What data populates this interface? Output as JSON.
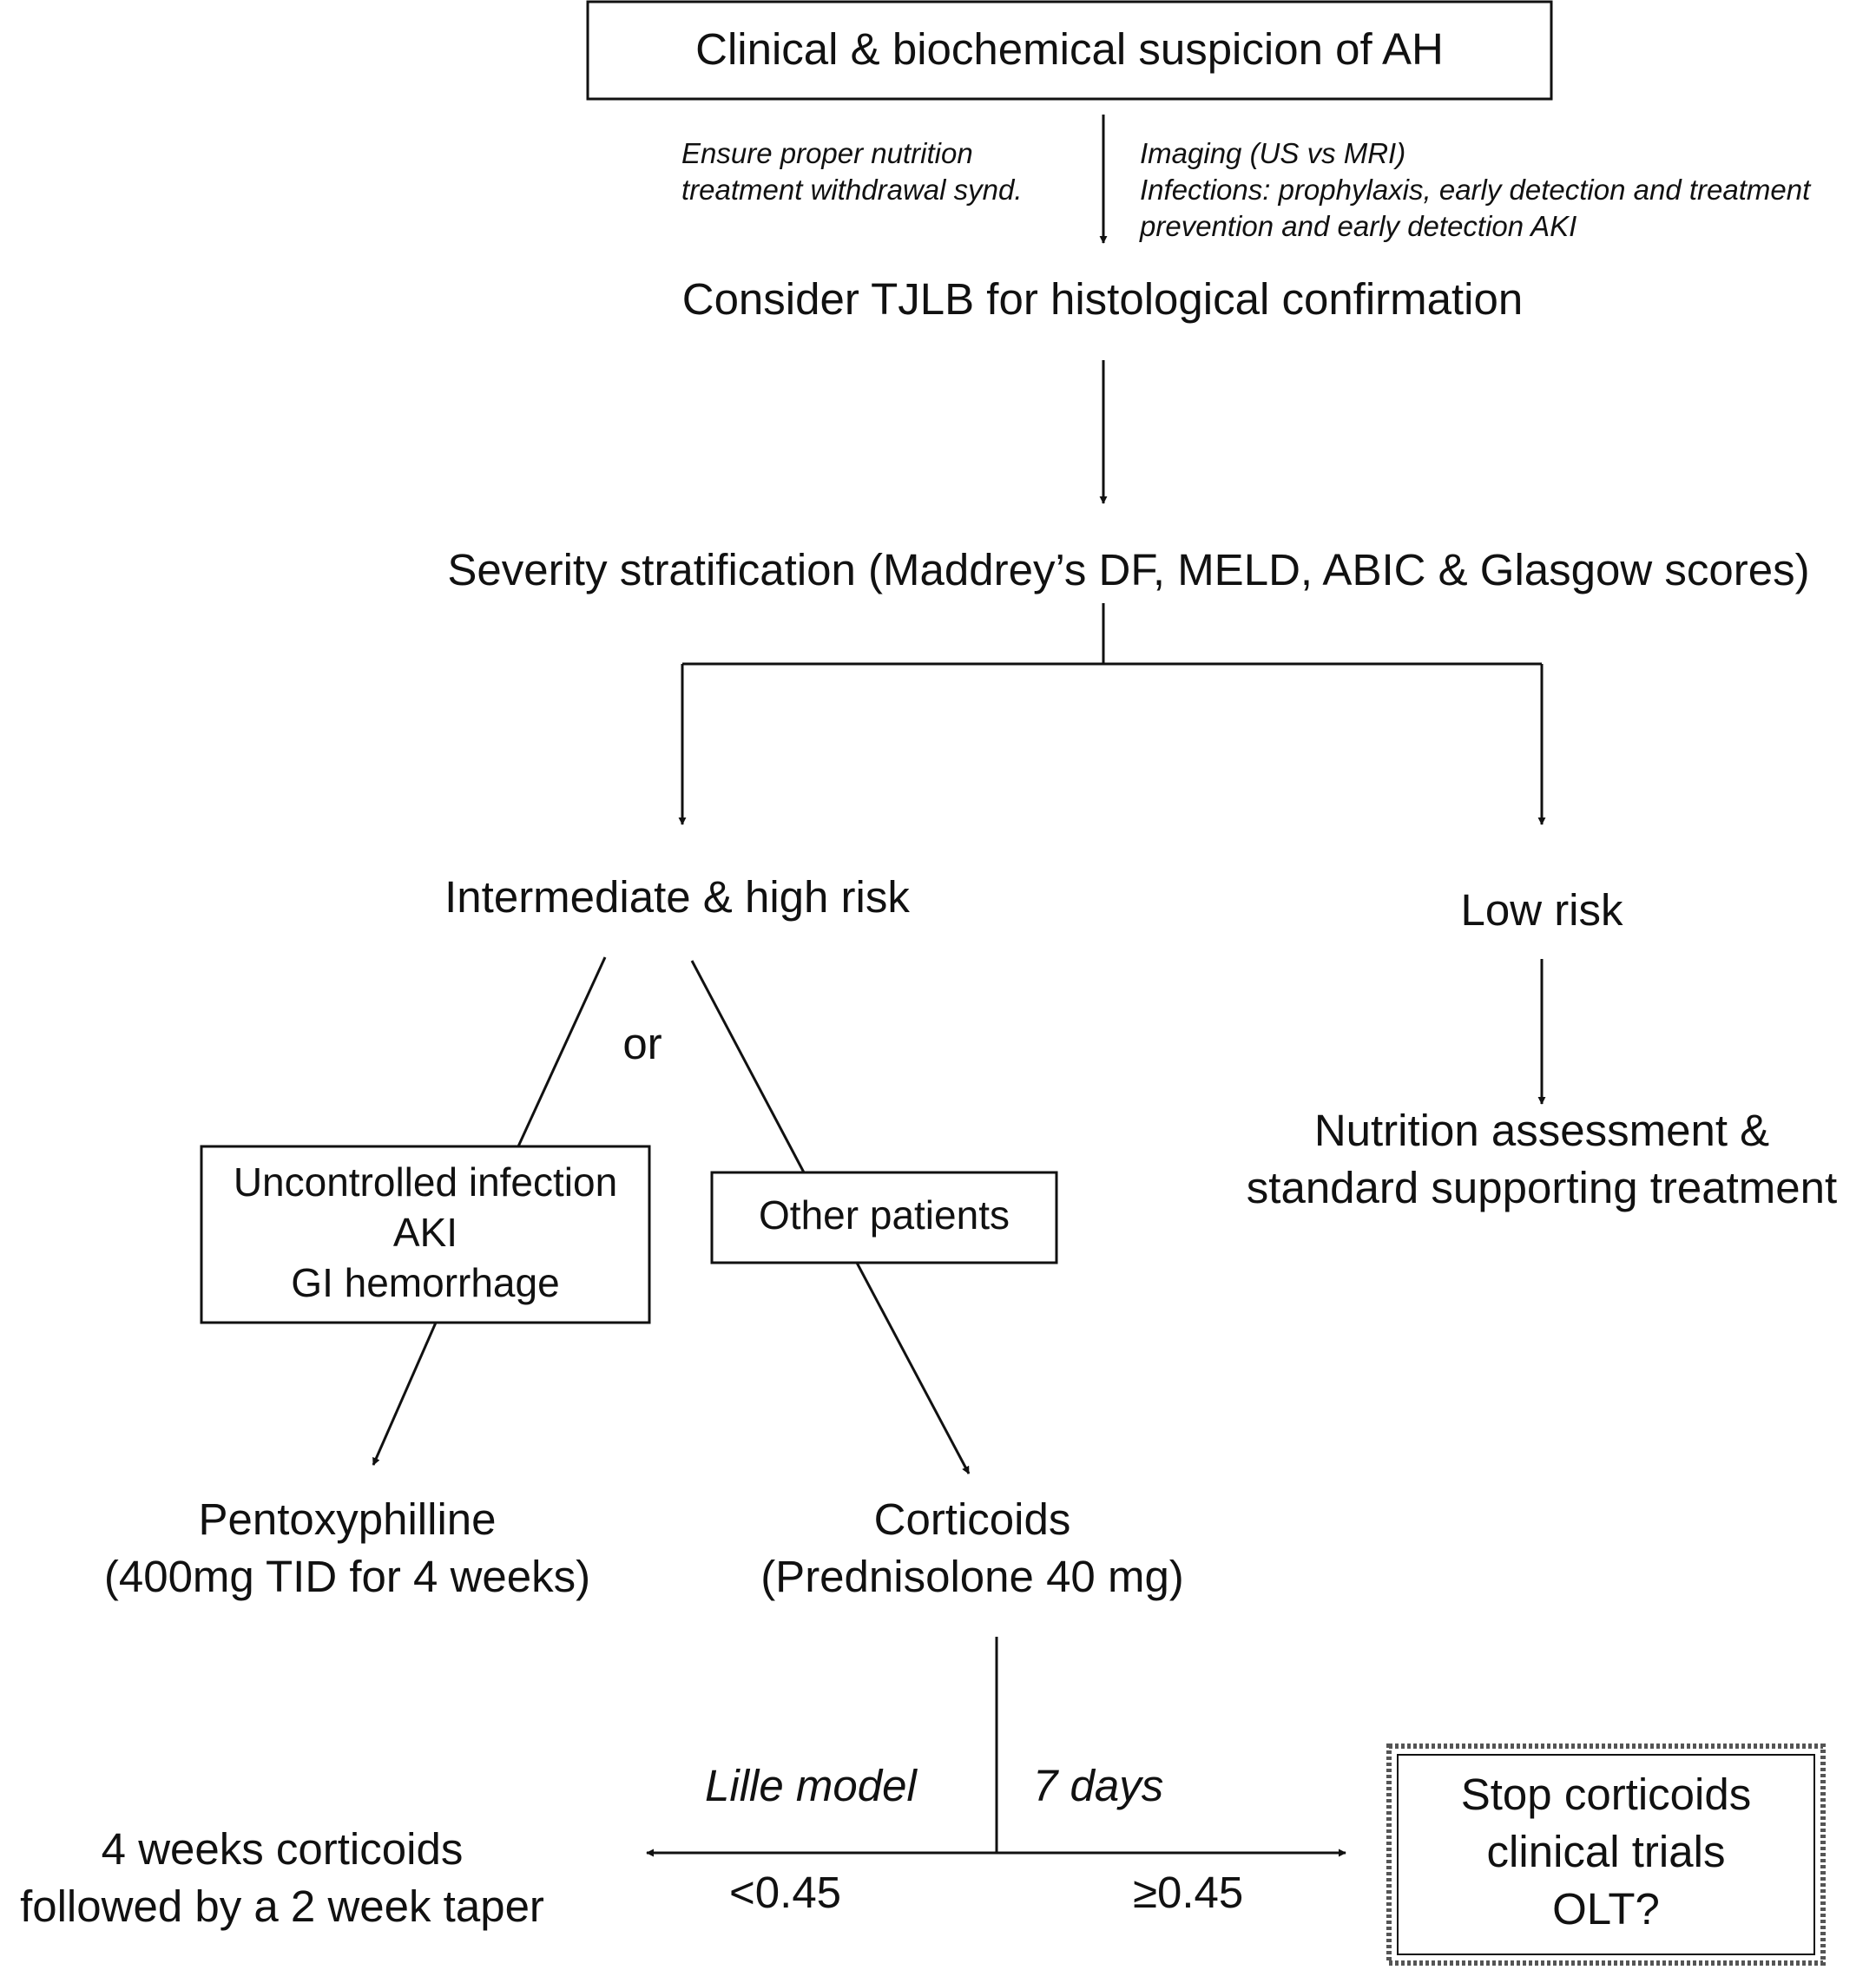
{
  "nodes": {
    "suspicion": "Clinical & biochemical suspicion of AH",
    "note_left": [
      "Ensure proper nutrition",
      "treatment withdrawal synd."
    ],
    "note_right": [
      "Imaging (US vs MRI)",
      "Infections: prophylaxis, early detection and treatment",
      "prevention and early detection AKI"
    ],
    "tjlb": "Consider TJLB for histological confirmation",
    "severity": "Severity stratification (Maddrey’s DF, MELD, ABIC & Glasgow scores)",
    "intermediate_high": "Intermediate & high risk",
    "low_risk": "Low risk",
    "or_label": "or",
    "contraindications": [
      "Uncontrolled infection",
      "AKI",
      "GI hemorrhage"
    ],
    "other_patients": "Other patients",
    "nutrition": [
      "Nutrition assessment &",
      "standard supporting treatment"
    ],
    "pentox": [
      "Pentoxyphilline",
      "(400mg TID for 4 weeks)"
    ],
    "corticoids": [
      "Corticoids",
      "(Prednisolone 40 mg)"
    ],
    "lille_model": "Lille model",
    "seven_days": "7 days",
    "lt_threshold": "<0.45",
    "ge_threshold": "≥0.45",
    "continue_cort": [
      "4 weeks corticoids",
      "followed by a 2 week taper"
    ],
    "stop_cort": [
      "Stop corticoids",
      "clinical trials",
      "OLT?"
    ]
  },
  "colors": {
    "ink": "#111111",
    "background": "#ffffff",
    "dashed_border": "#555555"
  }
}
